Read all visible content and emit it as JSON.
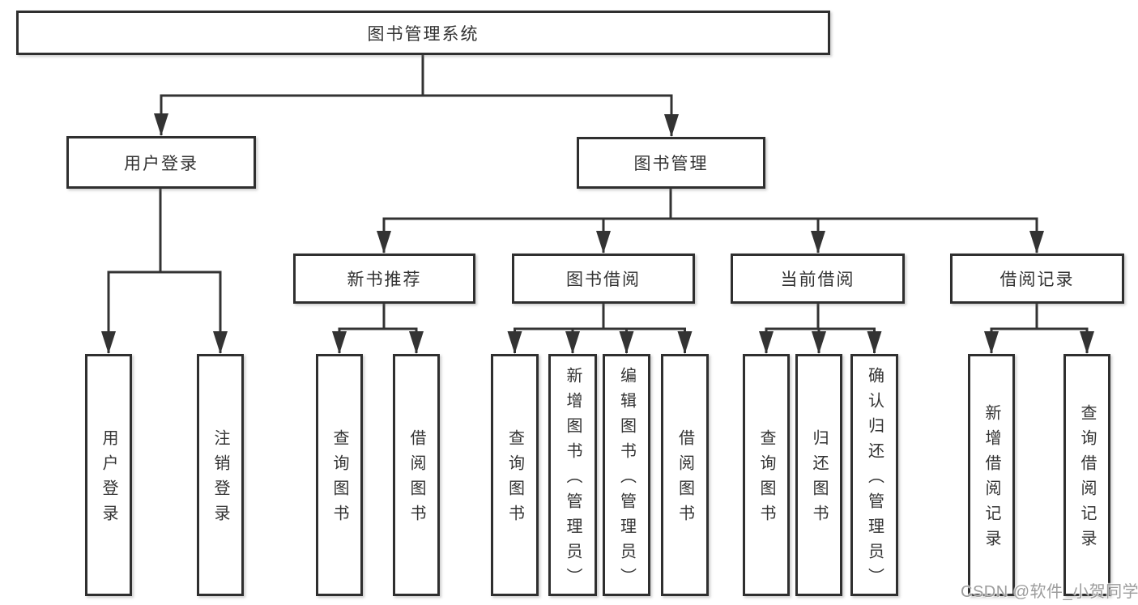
{
  "diagram": {
    "title": "图书管理系统",
    "root": {
      "label": "图书管理系统"
    },
    "branches": [
      {
        "label": "用户登录",
        "children": [
          {
            "label": "用户登录"
          },
          {
            "label": "注销登录"
          }
        ]
      },
      {
        "label": "图书管理",
        "children": [
          {
            "label": "新书推荐",
            "children": [
              {
                "label": "查询图书"
              },
              {
                "label": "借阅图书"
              }
            ]
          },
          {
            "label": "图书借阅",
            "children": [
              {
                "label": "查询图书"
              },
              {
                "label": "新增图书（管理员）"
              },
              {
                "label": "编辑图书（管理员）"
              },
              {
                "label": "借阅图书"
              }
            ]
          },
          {
            "label": "当前借阅",
            "children": [
              {
                "label": "查询图书"
              },
              {
                "label": "归还图书"
              },
              {
                "label": "确认归还（管理员）"
              }
            ]
          },
          {
            "label": "借阅记录",
            "children": [
              {
                "label": "新增借阅记录"
              },
              {
                "label": "查询借阅记录"
              }
            ]
          }
        ]
      }
    ],
    "colors": {
      "line": "#333333",
      "box_border": "#2f2f2f",
      "text": "#333333",
      "watermark": "#9c9c9c",
      "background": "#ffffff"
    }
  },
  "watermark": {
    "text": "CSDN @软件_小贺同学"
  }
}
